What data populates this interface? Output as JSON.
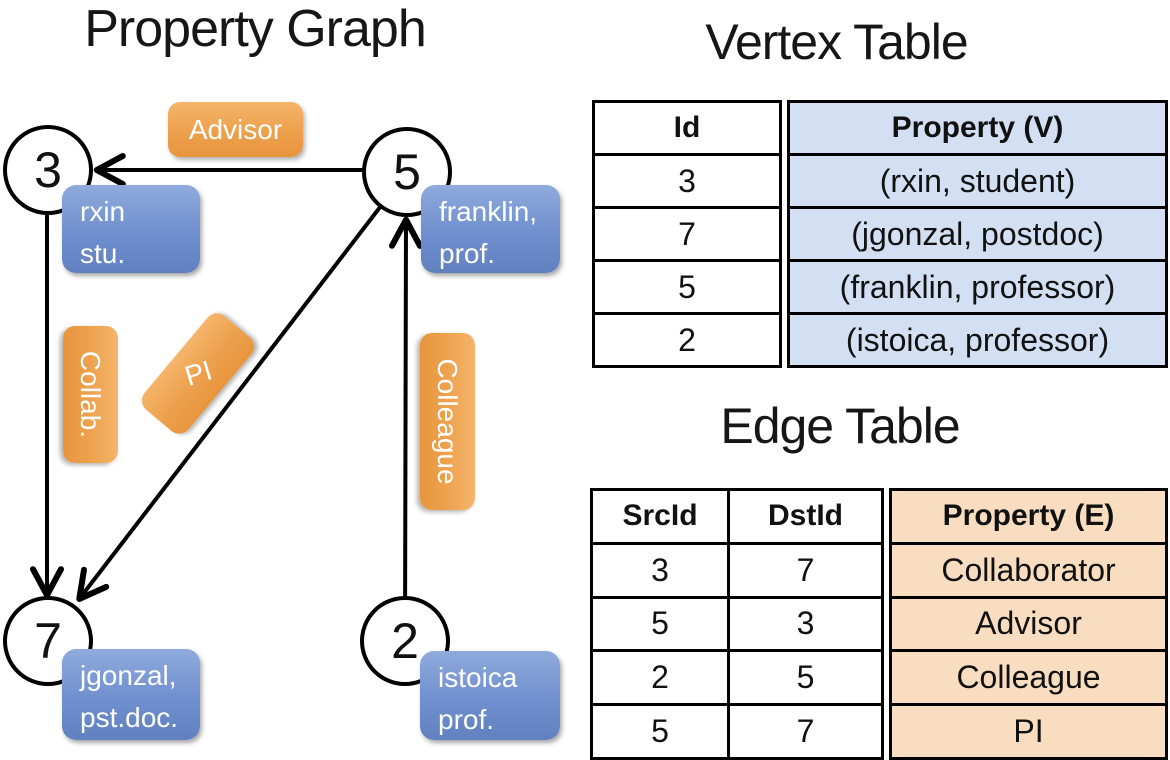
{
  "graph": {
    "title": "Property Graph",
    "vertices": [
      {
        "id": "3",
        "tag_line1": "rxin",
        "tag_line2": "stu."
      },
      {
        "id": "5",
        "tag_line1": "franklin,",
        "tag_line2": "prof."
      },
      {
        "id": "7",
        "tag_line1": "jgonzal,",
        "tag_line2": "pst.doc."
      },
      {
        "id": "2",
        "tag_line1": "istoica",
        "tag_line2": "prof."
      }
    ],
    "edge_labels": {
      "advisor": "Advisor",
      "collab": "Collab.",
      "pi": "PI",
      "colleague": "Colleague"
    }
  },
  "vertex_table": {
    "title": "Vertex Table",
    "columns": [
      "Id",
      "Property (V)"
    ],
    "rows": [
      [
        "3",
        "(rxin, student)"
      ],
      [
        "7",
        "(jgonzal, postdoc)"
      ],
      [
        "5",
        "(franklin, professor)"
      ],
      [
        "2",
        "(istoica, professor)"
      ]
    ]
  },
  "edge_table": {
    "title": "Edge Table",
    "columns": [
      "SrcId",
      "DstId",
      "Property (E)"
    ],
    "rows": [
      [
        "3",
        "7",
        "Collaborator"
      ],
      [
        "5",
        "3",
        "Advisor"
      ],
      [
        "2",
        "5",
        "Colleague"
      ],
      [
        "5",
        "7",
        "PI"
      ]
    ]
  },
  "colors": {
    "edge_label_orange": "#eda04c",
    "vertex_tag_blue": "#7d9ad5",
    "vertex_table_fill": "#d3dff2",
    "edge_table_fill": "#f8ddc1",
    "line_black": "#000000"
  }
}
